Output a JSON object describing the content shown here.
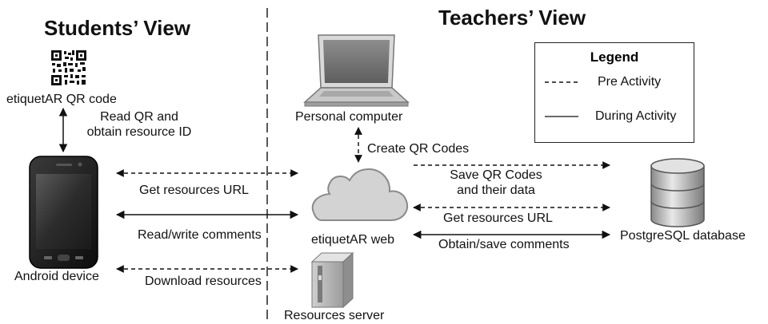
{
  "titles": {
    "students": "Students’ View",
    "teachers": "Teachers’ View"
  },
  "nodes": {
    "qr_code": "etiquetAR QR code",
    "android": "Android device",
    "computer": "Personal computer",
    "web": "etiquetAR web",
    "server": "Resources server",
    "database": "PostgreSQL database"
  },
  "edges": {
    "read_qr_line1": "Read QR and",
    "read_qr_line2": "obtain resource ID",
    "create_qr": "Create QR Codes",
    "get_url_left": "Get resources URL",
    "read_write": "Read/write comments",
    "download": "Download resources",
    "save_qr_line1": "Save QR Codes",
    "save_qr_line2": "and their data",
    "get_url_right": "Get resources URL",
    "obtain_save": "Obtain/save comments"
  },
  "legend": {
    "title": "Legend",
    "pre": "Pre Activity",
    "during": "During Activity"
  },
  "icons": [
    "qr-code-icon",
    "smartphone-icon",
    "laptop-icon",
    "cloud-icon",
    "server-icon",
    "database-icon"
  ]
}
